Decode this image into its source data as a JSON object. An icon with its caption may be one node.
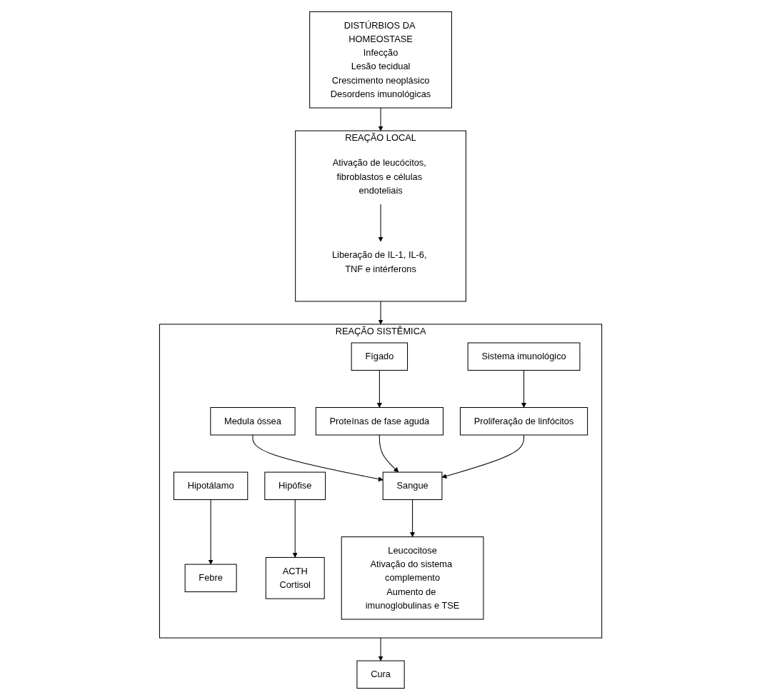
{
  "diagram": {
    "nodes": [
      {
        "text": [
          "DISTÚRBIOS DA HOMEOSTASE",
          "Infecção",
          "Lesão tecidual",
          "Crescimento neoplásico",
          "Desordens imunológicas"
        ]
      },
      {
        "text": [
          "REAÇÃO LOCAL"
        ]
      },
      {
        "text": [
          "Ativação de leucócitos, fibroblastos e células endoteliais"
        ],
        "in": 1
      },
      {
        "text": [
          "Liberação de IL-1, IL-6, TNF e intérferons"
        ],
        "in": 1
      },
      {
        "text": [
          "REAÇÃO SISTÊMICA"
        ]
      },
      {
        "text": [
          "Hipotálamo"
        ],
        "in": 4
      },
      {
        "text": [
          "Hipófise"
        ],
        "in": 4
      },
      {
        "text": [
          "Fígado"
        ],
        "in": 4
      },
      {
        "text": [
          "Medula óssea"
        ],
        "in": 4
      },
      {
        "text": [
          "Sistema imunológico"
        ],
        "in": 4
      },
      {
        "text": [
          "Febre"
        ],
        "in": 4
      },
      {
        "text": [
          "ACTH",
          "Cortisol"
        ],
        "in": 4
      },
      {
        "text": [
          "Proteínas de fase aguda"
        ],
        "in": 4
      },
      {
        "text": [
          "Sangue"
        ],
        "in": 4
      },
      {
        "text": [
          "Proliferação de linfócitos"
        ],
        "in": 4
      },
      {
        "text": [
          "Leucocitose",
          "Ativação do sistema complemento",
          "Aumento de imunoglobulinas e TSE"
        ],
        "in": 4
      },
      {
        "text": [
          "Cura"
        ]
      }
    ],
    "edges": [
      {
        "from": 0,
        "to": 1,
        "arrow": "to"
      },
      {
        "from": 2,
        "to": 3,
        "arrow": "to"
      },
      {
        "from": 1,
        "to": 4,
        "arrow": "to"
      },
      {
        "from": 5,
        "to": 10,
        "arrow": "to"
      },
      {
        "from": 6,
        "to": 11,
        "arrow": "to"
      },
      {
        "from": 7,
        "to": 12,
        "arrow": "to"
      },
      {
        "from": 8,
        "to": 13,
        "arrow": "to"
      },
      {
        "from": 9,
        "to": 14,
        "arrow": "to"
      },
      {
        "from": 12,
        "to": 13,
        "arrow": "to"
      },
      {
        "from": 14,
        "to": 13,
        "arrow": "to"
      },
      {
        "from": 13,
        "to": 15,
        "arrow": "to"
      },
      {
        "from": 4,
        "to": 16,
        "arrow": "to"
      }
    ]
  }
}
